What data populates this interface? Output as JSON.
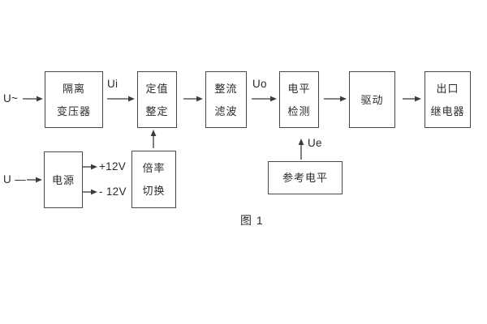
{
  "figure": {
    "caption": "图 1"
  },
  "signals": {
    "ac_input": "U~",
    "dc_input": "U —",
    "ui": "Ui",
    "uo": "Uo",
    "ue": "Ue",
    "plus_12v": "+12V",
    "minus_12v": "- 12V"
  },
  "blocks": {
    "isolation_transformer": {
      "line1": "隔离",
      "line2": "变压器"
    },
    "value_setting": {
      "line1": "定值",
      "line2": "整定"
    },
    "rectify_filter": {
      "line1": "整流",
      "line2": "滤波"
    },
    "level_detect": {
      "line1": "电平",
      "line2": "检测"
    },
    "drive": {
      "label": "驱动"
    },
    "output_relay": {
      "line1": "出口",
      "line2": "继电器"
    },
    "power_supply": {
      "label": "电源"
    },
    "ratio_switch": {
      "line1": "倍率",
      "line2": "切换"
    },
    "reference_level": {
      "label": "参考电平"
    }
  },
  "colors": {
    "stroke": "#3c3c3c",
    "text": "#2b2b2b",
    "background": "#ffffff"
  }
}
